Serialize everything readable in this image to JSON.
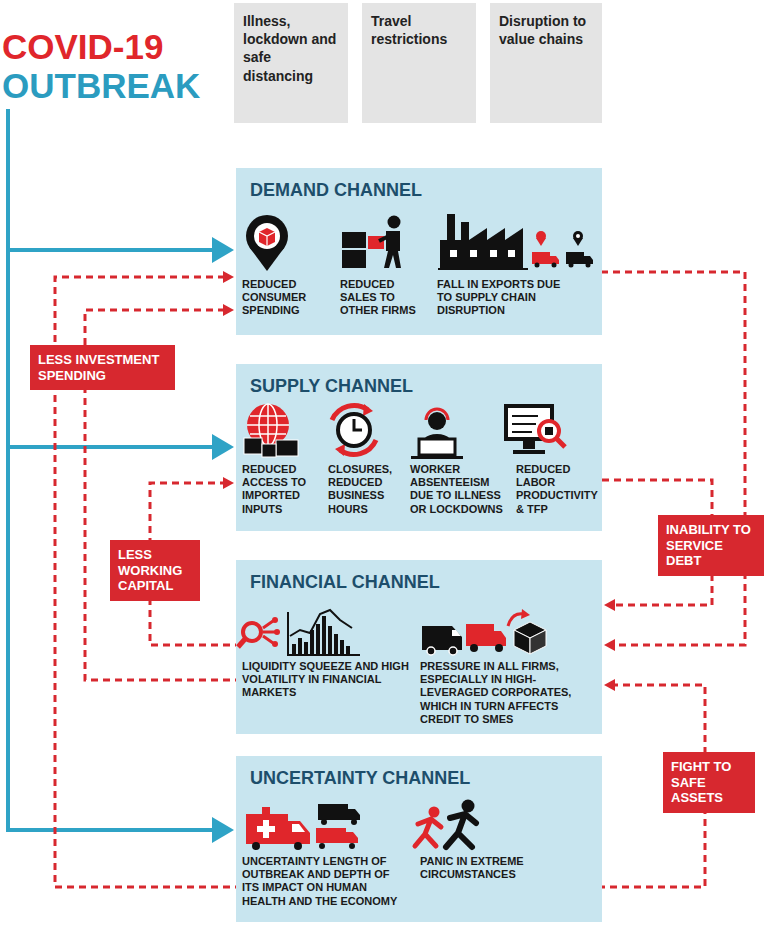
{
  "diagram": {
    "nodes": [
      {
        "text": [
          "COVID-19",
          "OUTBREAK"
        ]
      },
      {
        "text": [
          "Illness, lockdown and safe distancing"
        ]
      },
      {
        "text": [
          "Travel restrictions"
        ]
      },
      {
        "text": [
          "Disruption to value chains"
        ]
      },
      {
        "text": [
          "DEMAND CHANNEL"
        ]
      },
      {
        "text": [
          "REDUCED CONSUMER SPENDING"
        ],
        "in": 4
      },
      {
        "text": [
          "REDUCED SALES TO OTHER FIRMS"
        ],
        "in": 4
      },
      {
        "text": [
          "FALL IN EXPORTS DUE TO SUPPLY CHAIN DISRUPTION"
        ],
        "in": 4
      },
      {
        "text": [
          "SUPPLY CHANNEL"
        ]
      },
      {
        "text": [
          "REDUCED ACCESS TO IMPORTED INPUTS"
        ],
        "in": 8
      },
      {
        "text": [
          "CLOSURES, REDUCED BUSINESS HOURS"
        ],
        "in": 8
      },
      {
        "text": [
          "WORKER ABSENTEEISM DUE TO ILLNESS OR LOCKDOWNS"
        ],
        "in": 8
      },
      {
        "text": [
          "REDUCED LABOR PRODUCTIVITY & TFP"
        ],
        "in": 8
      },
      {
        "text": [
          "FINANCIAL CHANNEL"
        ]
      },
      {
        "text": [
          "LIQUIDITY SQUEEZE AND HIGH VOLATILITY IN FINANCIAL MARKETS"
        ],
        "in": 13
      },
      {
        "text": [
          "PRESSURE IN ALL FIRMS, ESPECIALLY IN HIGH-LEVERAGED CORPORATES, WHICH IN TURN AFFECTS CREDIT TO SMES"
        ],
        "in": 13
      },
      {
        "text": [
          "UNCERTAINTY CHANNEL"
        ]
      },
      {
        "text": [
          "UNCERTAINTY LENGTH OF OUTBREAK AND DEPTH OF ITS IMPACT ON HUMAN HEALTH AND THE ECONOMY"
        ],
        "in": 16
      },
      {
        "text": [
          "PANIC IN EXTREME CIRCUMSTANCES"
        ],
        "in": 16
      }
    ],
    "edges": [
      {
        "from": 0,
        "to": 4,
        "arrow": "to"
      },
      {
        "from": 0,
        "to": 8,
        "arrow": "to"
      },
      {
        "from": 0,
        "to": 16,
        "arrow": "to"
      },
      {
        "from": 17,
        "to": 4,
        "label": "LESS INVESTMENT SPENDING",
        "arrow": "to"
      },
      {
        "from": 14,
        "to": 4,
        "arrow": "to"
      },
      {
        "from": 14,
        "to": 8,
        "label": "LESS WORKING CAPITAL",
        "arrow": "to"
      },
      {
        "from": 7,
        "to": 13,
        "label": "INABILITY TO SERVICE DEBT",
        "arrow": "to"
      },
      {
        "from": 12,
        "to": 13,
        "arrow": "to"
      },
      {
        "from": 18,
        "to": 13,
        "label": "FIGHT TO SAFE ASSETS",
        "arrow": "to"
      }
    ]
  }
}
